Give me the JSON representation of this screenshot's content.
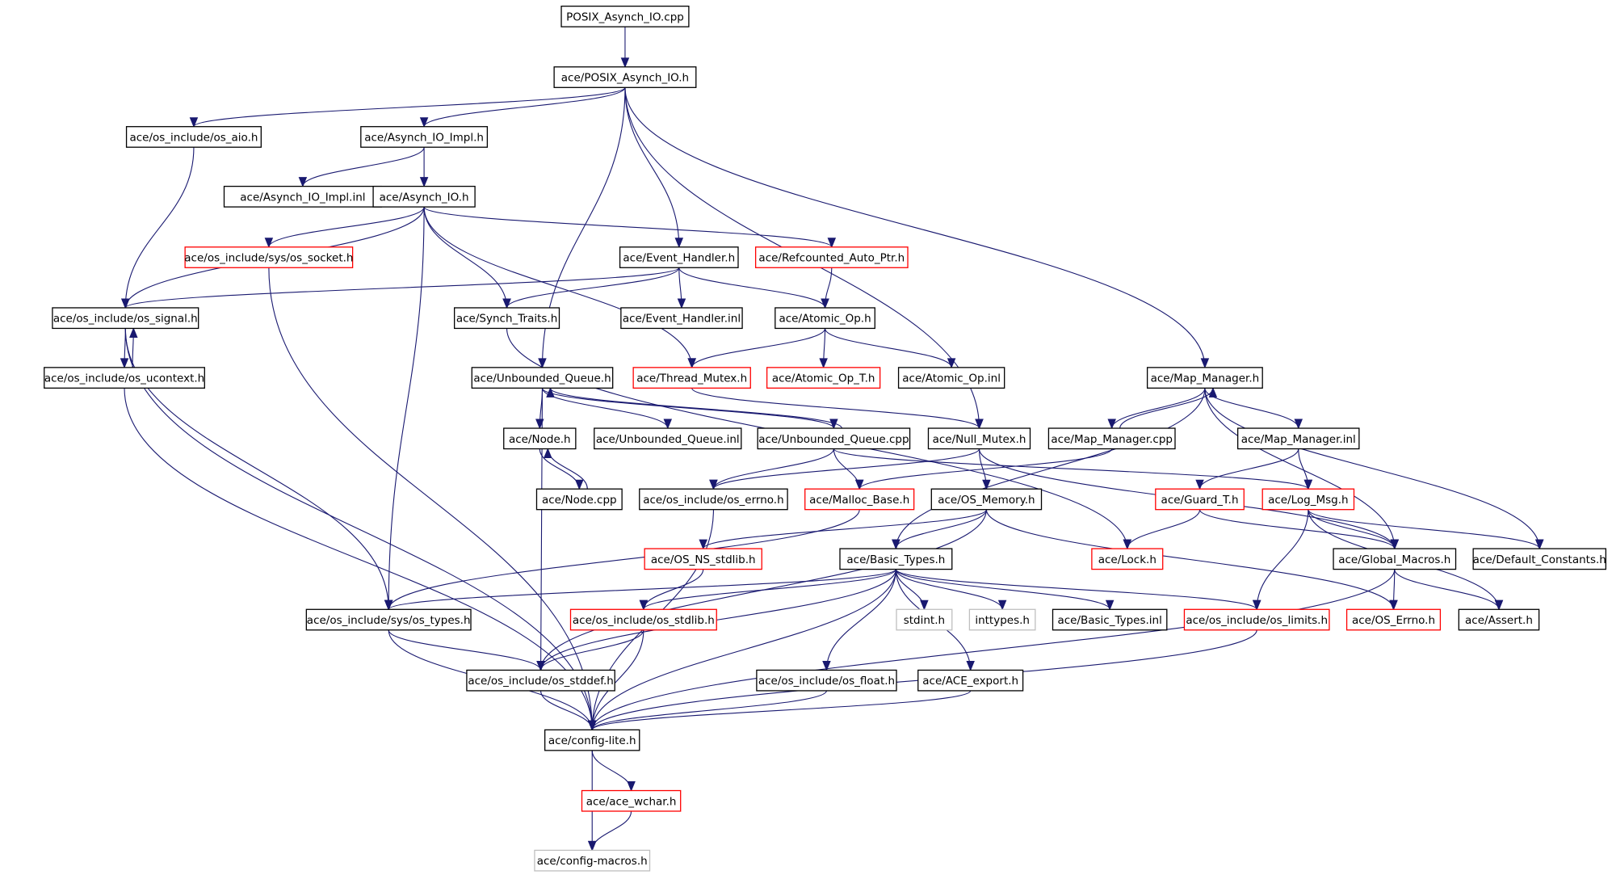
{
  "colors": {
    "edge": "#191970",
    "normal_border": "#000000",
    "truncated_border": "#ff0000",
    "external_border": "#bfbfbf",
    "root_fill": "#bfbfbf"
  },
  "nodes": [
    {
      "id": "root",
      "label": "POSIX_Asynch_IO.cpp",
      "kind": "root"
    },
    {
      "id": "posix_h",
      "label": "ace/POSIX_Asynch_IO.h",
      "kind": "normal"
    },
    {
      "id": "os_aio",
      "label": "ace/os_include/os_aio.h",
      "kind": "normal"
    },
    {
      "id": "aio_impl_h",
      "label": "ace/Asynch_IO_Impl.h",
      "kind": "normal"
    },
    {
      "id": "aio_impl_inl",
      "label": "ace/Asynch_IO_Impl.inl",
      "kind": "normal"
    },
    {
      "id": "aio_h",
      "label": "ace/Asynch_IO.h",
      "kind": "normal"
    },
    {
      "id": "os_socket",
      "label": "ace/os_include/sys/os_socket.h",
      "kind": "truncated"
    },
    {
      "id": "event_handler_h",
      "label": "ace/Event_Handler.h",
      "kind": "normal"
    },
    {
      "id": "refcounted",
      "label": "ace/Refcounted_Auto_Ptr.h",
      "kind": "truncated"
    },
    {
      "id": "os_signal",
      "label": "ace/os_include/os_signal.h",
      "kind": "normal"
    },
    {
      "id": "synch_traits",
      "label": "ace/Synch_Traits.h",
      "kind": "normal"
    },
    {
      "id": "event_handler_inl",
      "label": "ace/Event_Handler.inl",
      "kind": "normal"
    },
    {
      "id": "atomic_op_h",
      "label": "ace/Atomic_Op.h",
      "kind": "normal"
    },
    {
      "id": "os_ucontext",
      "label": "ace/os_include/os_ucontext.h",
      "kind": "normal"
    },
    {
      "id": "unbounded_queue_h",
      "label": "ace/Unbounded_Queue.h",
      "kind": "normal"
    },
    {
      "id": "thread_mutex",
      "label": "ace/Thread_Mutex.h",
      "kind": "truncated"
    },
    {
      "id": "atomic_op_t",
      "label": "ace/Atomic_Op_T.h",
      "kind": "truncated"
    },
    {
      "id": "atomic_op_inl",
      "label": "ace/Atomic_Op.inl",
      "kind": "normal"
    },
    {
      "id": "map_manager_h",
      "label": "ace/Map_Manager.h",
      "kind": "normal"
    },
    {
      "id": "node_h",
      "label": "ace/Node.h",
      "kind": "normal"
    },
    {
      "id": "unbounded_queue_inl",
      "label": "ace/Unbounded_Queue.inl",
      "kind": "normal"
    },
    {
      "id": "unbounded_queue_cpp",
      "label": "ace/Unbounded_Queue.cpp",
      "kind": "normal"
    },
    {
      "id": "null_mutex",
      "label": "ace/Null_Mutex.h",
      "kind": "normal"
    },
    {
      "id": "map_manager_cpp",
      "label": "ace/Map_Manager.cpp",
      "kind": "normal"
    },
    {
      "id": "map_manager_inl",
      "label": "ace/Map_Manager.inl",
      "kind": "normal"
    },
    {
      "id": "node_cpp",
      "label": "ace/Node.cpp",
      "kind": "normal"
    },
    {
      "id": "os_errno",
      "label": "ace/os_include/os_errno.h",
      "kind": "normal"
    },
    {
      "id": "malloc_base",
      "label": "ace/Malloc_Base.h",
      "kind": "truncated"
    },
    {
      "id": "os_memory",
      "label": "ace/OS_Memory.h",
      "kind": "normal"
    },
    {
      "id": "guard_t",
      "label": "ace/Guard_T.h",
      "kind": "truncated"
    },
    {
      "id": "log_msg",
      "label": "ace/Log_Msg.h",
      "kind": "truncated"
    },
    {
      "id": "os_ns_stdlib",
      "label": "ace/OS_NS_stdlib.h",
      "kind": "truncated"
    },
    {
      "id": "basic_types_h",
      "label": "ace/Basic_Types.h",
      "kind": "normal"
    },
    {
      "id": "lock_h",
      "label": "ace/Lock.h",
      "kind": "truncated"
    },
    {
      "id": "global_macros",
      "label": "ace/Global_Macros.h",
      "kind": "normal"
    },
    {
      "id": "default_constants",
      "label": "ace/Default_Constants.h",
      "kind": "normal"
    },
    {
      "id": "sys_os_types",
      "label": "ace/os_include/sys/os_types.h",
      "kind": "normal"
    },
    {
      "id": "os_stdlib",
      "label": "ace/os_include/os_stdlib.h",
      "kind": "truncated"
    },
    {
      "id": "stdint",
      "label": "stdint.h",
      "kind": "external"
    },
    {
      "id": "inttypes",
      "label": "inttypes.h",
      "kind": "external"
    },
    {
      "id": "basic_types_inl",
      "label": "ace/Basic_Types.inl",
      "kind": "normal"
    },
    {
      "id": "os_limits",
      "label": "ace/os_include/os_limits.h",
      "kind": "truncated"
    },
    {
      "id": "os_errno_ace",
      "label": "ace/OS_Errno.h",
      "kind": "truncated"
    },
    {
      "id": "assert_h",
      "label": "ace/Assert.h",
      "kind": "normal"
    },
    {
      "id": "os_stddef",
      "label": "ace/os_include/os_stddef.h",
      "kind": "normal"
    },
    {
      "id": "os_float",
      "label": "ace/os_include/os_float.h",
      "kind": "normal"
    },
    {
      "id": "ace_export",
      "label": "ace/ACE_export.h",
      "kind": "normal"
    },
    {
      "id": "config_lite",
      "label": "ace/config-lite.h",
      "kind": "normal"
    },
    {
      "id": "ace_wchar",
      "label": "ace/ace_wchar.h",
      "kind": "truncated"
    },
    {
      "id": "config_macros",
      "label": "ace/config-macros.h",
      "kind": "external"
    }
  ],
  "edges": [
    [
      "root",
      "posix_h"
    ],
    [
      "posix_h",
      "os_aio"
    ],
    [
      "posix_h",
      "aio_impl_h"
    ],
    [
      "posix_h",
      "unbounded_queue_h"
    ],
    [
      "posix_h",
      "event_handler_h"
    ],
    [
      "posix_h",
      "null_mutex"
    ],
    [
      "posix_h",
      "map_manager_h"
    ],
    [
      "os_aio",
      "os_signal"
    ],
    [
      "aio_impl_h",
      "aio_impl_inl"
    ],
    [
      "aio_impl_h",
      "aio_h"
    ],
    [
      "aio_h",
      "os_signal"
    ],
    [
      "aio_h",
      "os_socket"
    ],
    [
      "aio_h",
      "synch_traits"
    ],
    [
      "aio_h",
      "refcounted"
    ],
    [
      "aio_h",
      "sys_os_types"
    ],
    [
      "aio_h",
      "thread_mutex"
    ],
    [
      "os_socket",
      "config_lite"
    ],
    [
      "event_handler_h",
      "os_signal"
    ],
    [
      "event_handler_h",
      "synch_traits"
    ],
    [
      "event_handler_h",
      "event_handler_inl"
    ],
    [
      "event_handler_h",
      "atomic_op_h"
    ],
    [
      "refcounted",
      "atomic_op_h"
    ],
    [
      "os_signal",
      "os_ucontext"
    ],
    [
      "os_signal",
      "sys_os_types"
    ],
    [
      "os_signal",
      "config_lite"
    ],
    [
      "os_ucontext",
      "os_signal"
    ],
    [
      "os_ucontext",
      "config_lite"
    ],
    [
      "synch_traits",
      "lock_h"
    ],
    [
      "atomic_op_h",
      "thread_mutex"
    ],
    [
      "atomic_op_h",
      "atomic_op_t"
    ],
    [
      "atomic_op_h",
      "atomic_op_inl"
    ],
    [
      "thread_mutex",
      "null_mutex"
    ],
    [
      "unbounded_queue_h",
      "node_h"
    ],
    [
      "unbounded_queue_h",
      "unbounded_queue_inl"
    ],
    [
      "unbounded_queue_h",
      "unbounded_queue_cpp"
    ],
    [
      "unbounded_queue_h",
      "os_stddef"
    ],
    [
      "unbounded_queue_cpp",
      "unbounded_queue_h"
    ],
    [
      "unbounded_queue_cpp",
      "malloc_base"
    ],
    [
      "unbounded_queue_cpp",
      "os_errno"
    ],
    [
      "unbounded_queue_cpp",
      "log_msg"
    ],
    [
      "node_h",
      "node_cpp"
    ],
    [
      "node_cpp",
      "node_h"
    ],
    [
      "null_mutex",
      "os_memory"
    ],
    [
      "null_mutex",
      "os_errno"
    ],
    [
      "null_mutex",
      "global_macros"
    ],
    [
      "map_manager_h",
      "map_manager_cpp"
    ],
    [
      "map_manager_h",
      "map_manager_inl"
    ],
    [
      "map_manager_h",
      "basic_types_h"
    ],
    [
      "map_manager_h",
      "global_macros"
    ],
    [
      "map_manager_h",
      "default_constants"
    ],
    [
      "map_manager_cpp",
      "map_manager_h"
    ],
    [
      "map_manager_cpp",
      "malloc_base"
    ],
    [
      "map_manager_inl",
      "guard_t"
    ],
    [
      "map_manager_inl",
      "log_msg"
    ],
    [
      "os_errno",
      "config_lite"
    ],
    [
      "malloc_base",
      "sys_os_types"
    ],
    [
      "os_memory",
      "os_ns_stdlib"
    ],
    [
      "os_memory",
      "basic_types_h"
    ],
    [
      "os_memory",
      "os_errno_ace"
    ],
    [
      "os_memory",
      "os_stddef"
    ],
    [
      "guard_t",
      "lock_h"
    ],
    [
      "guard_t",
      "global_macros"
    ],
    [
      "log_msg",
      "global_macros"
    ],
    [
      "log_msg",
      "default_constants"
    ],
    [
      "log_msg",
      "os_limits"
    ],
    [
      "log_msg",
      "assert_h"
    ],
    [
      "os_ns_stdlib",
      "os_stdlib"
    ],
    [
      "basic_types_h",
      "sys_os_types"
    ],
    [
      "basic_types_h",
      "os_stdlib"
    ],
    [
      "basic_types_h",
      "os_stddef"
    ],
    [
      "basic_types_h",
      "stdint"
    ],
    [
      "basic_types_h",
      "inttypes"
    ],
    [
      "basic_types_h",
      "basic_types_inl"
    ],
    [
      "basic_types_h",
      "os_limits"
    ],
    [
      "basic_types_h",
      "os_float"
    ],
    [
      "basic_types_h",
      "ace_export"
    ],
    [
      "basic_types_h",
      "config_lite"
    ],
    [
      "global_macros",
      "os_errno_ace"
    ],
    [
      "global_macros",
      "assert_h"
    ],
    [
      "global_macros",
      "config_lite"
    ],
    [
      "sys_os_types",
      "os_stddef"
    ],
    [
      "sys_os_types",
      "config_lite"
    ],
    [
      "os_stdlib",
      "os_stddef"
    ],
    [
      "os_stdlib",
      "config_lite"
    ],
    [
      "os_limits",
      "config_lite"
    ],
    [
      "os_stddef",
      "config_lite"
    ],
    [
      "os_float",
      "config_lite"
    ],
    [
      "ace_export",
      "config_lite"
    ],
    [
      "config_lite",
      "ace_wchar"
    ],
    [
      "config_lite",
      "config_macros"
    ],
    [
      "ace_wchar",
      "config_macros"
    ]
  ]
}
